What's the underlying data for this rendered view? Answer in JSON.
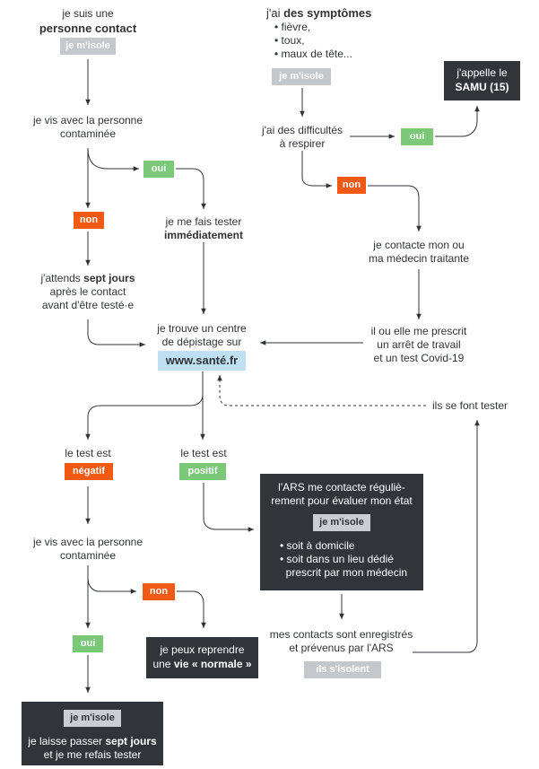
{
  "colors": {
    "text": "#2f3337",
    "grey_badge": "#c2c8cc",
    "orange": "#f05a14",
    "green": "#7ac878",
    "blue": "#bfe0f2",
    "dark": "#30353a"
  },
  "left": {
    "contact_line1": "je suis une",
    "contact_line2": "personne contact",
    "isolate_badge": "je m'isole",
    "live_with_line1": "je vis avec la personne",
    "live_with_line2": "contaminée",
    "oui": "oui",
    "non": "non",
    "test_line1": "je me fais tester",
    "test_line2": "immédiatement",
    "wait_pre": "j'attends ",
    "wait_bold": "sept jours",
    "wait_line2": "après le contact",
    "wait_line3": "avant d'être testé·e"
  },
  "right": {
    "symptoms_pre": "j'ai ",
    "symptoms_bold": "des symptômes",
    "symptom_items": [
      "fièvre,",
      "toux,",
      "maux de tête..."
    ],
    "isolate_badge": "je m'isole",
    "samu_line1": "j'appelle le",
    "samu_line2": "SAMU (15)",
    "breath_line1": "j'ai des difficultés",
    "breath_line2": "à respirer",
    "oui": "oui",
    "non": "non",
    "doctor_line1": "je contacte mon ou",
    "doctor_line2": "ma médecin traitante",
    "prescribe_line1": "il ou elle me prescrit",
    "prescribe_line2": "un arrêt de travail",
    "prescribe_line3": "et un test Covid-19"
  },
  "center": {
    "find_line1": "je trouve un centre",
    "find_line2": "de dépistage sur",
    "site": "www.santé.fr",
    "they_test": "ils se font tester"
  },
  "results": {
    "neg_label": "le test est",
    "neg_badge": "négatif",
    "pos_label": "le test est",
    "pos_badge": "positif",
    "live_with_line1": "je vis avec la personne",
    "live_with_line2": "contaminée",
    "non": "non",
    "oui": "oui",
    "resume_line1": "je peux reprendre",
    "resume_pre": "une ",
    "resume_bold": "vie « normale »",
    "ars_line1": "l'ARS me contacte réguliè-",
    "ars_line2": "rement pour évaluer mon état",
    "ars_badge": "je m'isole",
    "ars_item1": "soit à domicile",
    "ars_item2": "soit dans un lieu dédié",
    "ars_item3": "prescrit par mon médecin",
    "contacts_line1": "mes contacts sont enregistrés",
    "contacts_line2": "et prévenus par l'ARS",
    "contacts_badge": "ils s'isolent",
    "final_badge": "je m'isole",
    "final_pre": "je laisse passer ",
    "final_bold": "sept jours",
    "final_line2": "et je me refais tester"
  }
}
